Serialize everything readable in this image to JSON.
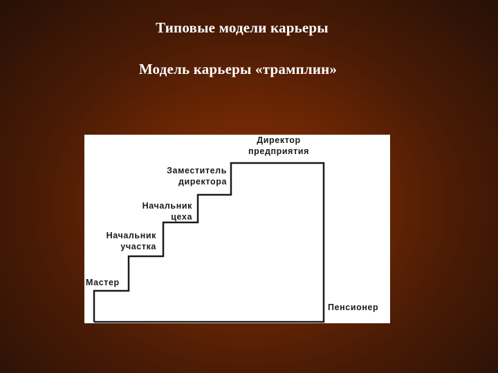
{
  "slide": {
    "title": "Типовые модели карьеры",
    "subtitle": "Модель карьеры «трамплин»"
  },
  "diagram": {
    "type": "career-staircase",
    "steps": [
      {
        "lines": [
          "Мастер"
        ]
      },
      {
        "lines": [
          "Начальник",
          "участка"
        ]
      },
      {
        "lines": [
          "Начальник",
          "цеха"
        ]
      },
      {
        "lines": [
          "Заместитель",
          "директора"
        ]
      },
      {
        "lines": [
          "Директор",
          "предприятия"
        ]
      }
    ],
    "end": {
      "lines": [
        "Пенсионер"
      ]
    }
  },
  "colors": {
    "background": "#6e2704",
    "text": "#ffffff",
    "panel": "#ffffff",
    "line": "#1a1a1a"
  }
}
